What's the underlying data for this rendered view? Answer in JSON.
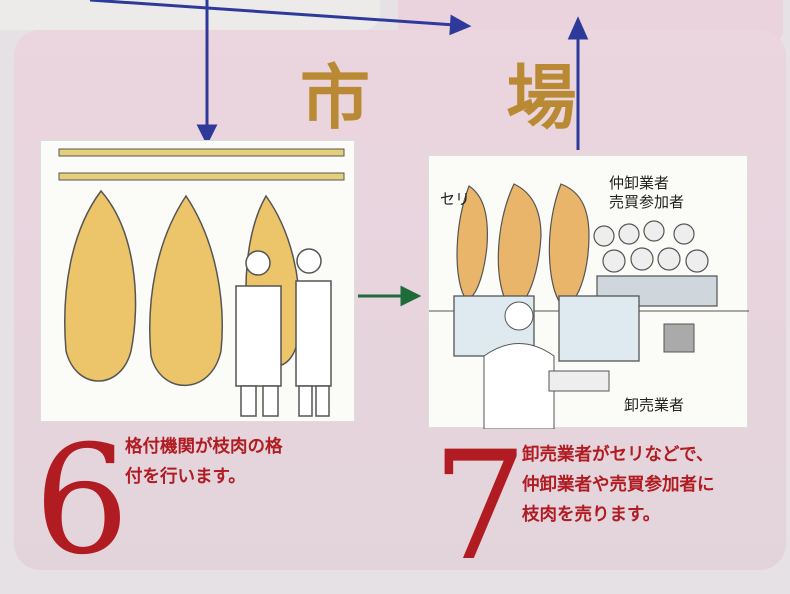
{
  "title": "市 場",
  "step6": {
    "number": "6",
    "text_line1": "格付機関が枝肉の格",
    "text_line2": "付を行います。"
  },
  "step7": {
    "number": "7",
    "text_line1": "卸売業者がセリなどで、",
    "text_line2": "仲卸業者や売買参加者に",
    "text_line3": "枝肉を売ります。",
    "labels": {
      "auction": "セリ",
      "buyers_line1": "仲卸業者",
      "buyers_line2": "売買参加者",
      "wholesaler": "卸売業者"
    }
  },
  "colors": {
    "flow_arrow": "#2e3a9a",
    "step_arrow": "#1f6b3a",
    "accent": "#b01c22",
    "title": "#b98a33"
  }
}
